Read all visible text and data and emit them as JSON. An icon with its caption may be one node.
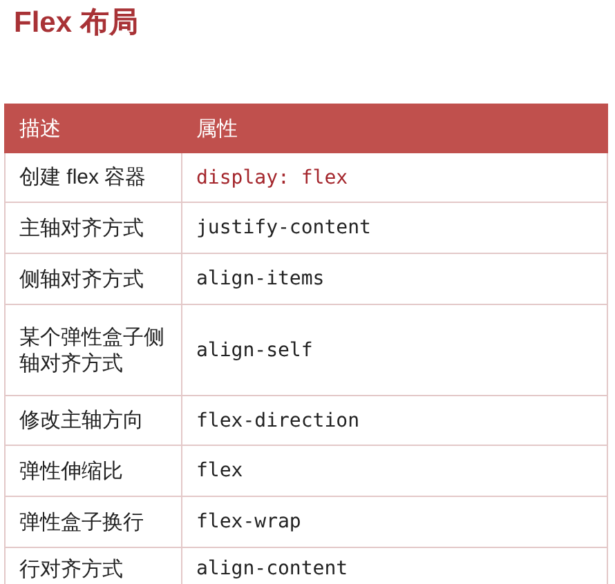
{
  "diagram": {
    "title": "Flex 布局",
    "labels": [
      "描述",
      "属性",
      "创建 flex 容器",
      "display: flex",
      "主轴对齐方式",
      "justify-content",
      "侧轴对齐方式",
      "align-items",
      "某个弹性盒子侧轴对齐方式",
      "align-self",
      "修改主轴方向",
      "flex-direction",
      "弹性伸缩比",
      "flex",
      "弹性盒子换行",
      "flex-wrap",
      "行对齐方式",
      "align-content"
    ]
  }
}
